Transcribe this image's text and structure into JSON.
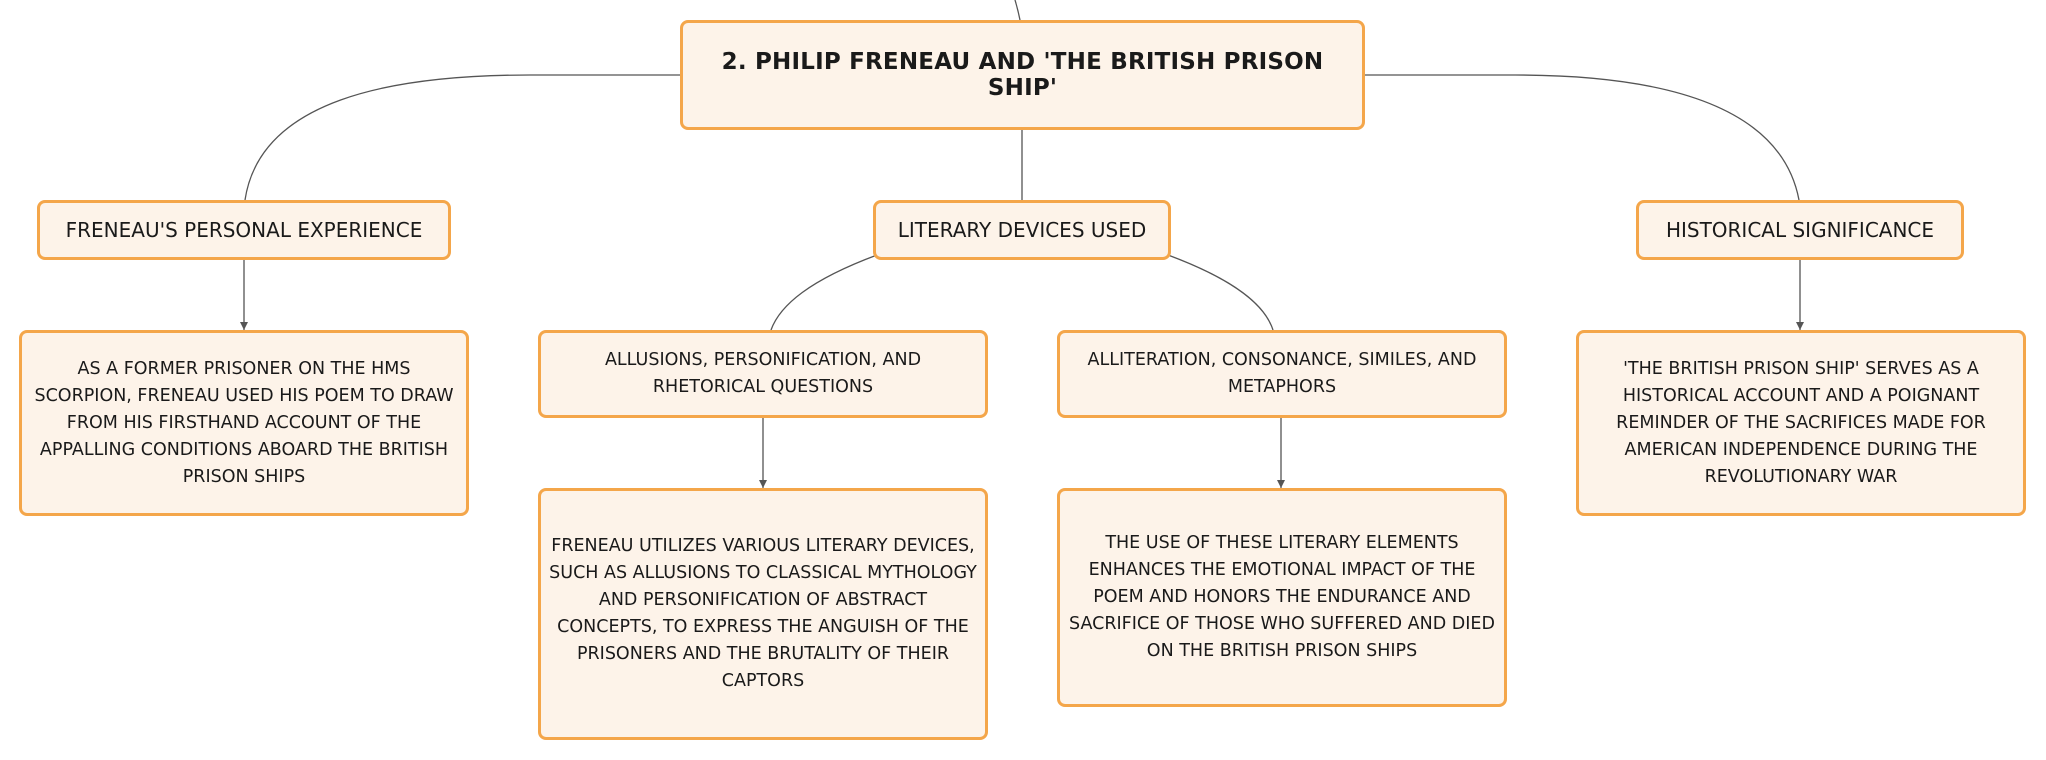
{
  "diagram": {
    "root": {
      "label": "2. PHILIP FRENEAU AND 'THE BRITISH PRISON SHIP'"
    },
    "branches": {
      "personal": {
        "label": "FRENEAU'S PERSONAL EXPERIENCE",
        "detail": "AS A FORMER PRISONER ON THE HMS SCORPION, FRENEAU USED HIS POEM TO DRAW FROM HIS FIRSTHAND ACCOUNT OF THE APPALLING CONDITIONS ABOARD THE BRITISH PRISON SHIPS"
      },
      "literary": {
        "label": "LITERARY DEVICES USED",
        "children": {
          "allusions": {
            "label": "ALLUSIONS, PERSONIFICATION, AND RHETORICAL QUESTIONS",
            "detail": "FRENEAU UTILIZES VARIOUS LITERARY DEVICES, SUCH AS ALLUSIONS TO CLASSICAL MYTHOLOGY AND PERSONIFICATION OF ABSTRACT CONCEPTS, TO EXPRESS THE ANGUISH OF THE PRISONERS AND THE BRUTALITY OF THEIR CAPTORS"
          },
          "alliteration": {
            "label": "ALLITERATION, CONSONANCE, SIMILES, AND METAPHORS",
            "detail": "THE USE OF THESE LITERARY ELEMENTS ENHANCES THE EMOTIONAL IMPACT OF THE POEM AND HONORS THE ENDURANCE AND SACRIFICE OF THOSE WHO SUFFERED AND DIED ON THE BRITISH PRISON SHIPS"
          }
        }
      },
      "historical": {
        "label": "HISTORICAL SIGNIFICANCE",
        "detail": "'THE BRITISH PRISON SHIP' SERVES AS A HISTORICAL ACCOUNT AND A POIGNANT REMINDER OF THE SACRIFICES MADE FOR AMERICAN INDEPENDENCE DURING THE REVOLUTIONARY WAR"
      }
    },
    "colors": {
      "node_fill": "#fdf3e9",
      "node_border": "#f4a64a",
      "connector": "#555555",
      "text": "#1a1a1a"
    }
  }
}
